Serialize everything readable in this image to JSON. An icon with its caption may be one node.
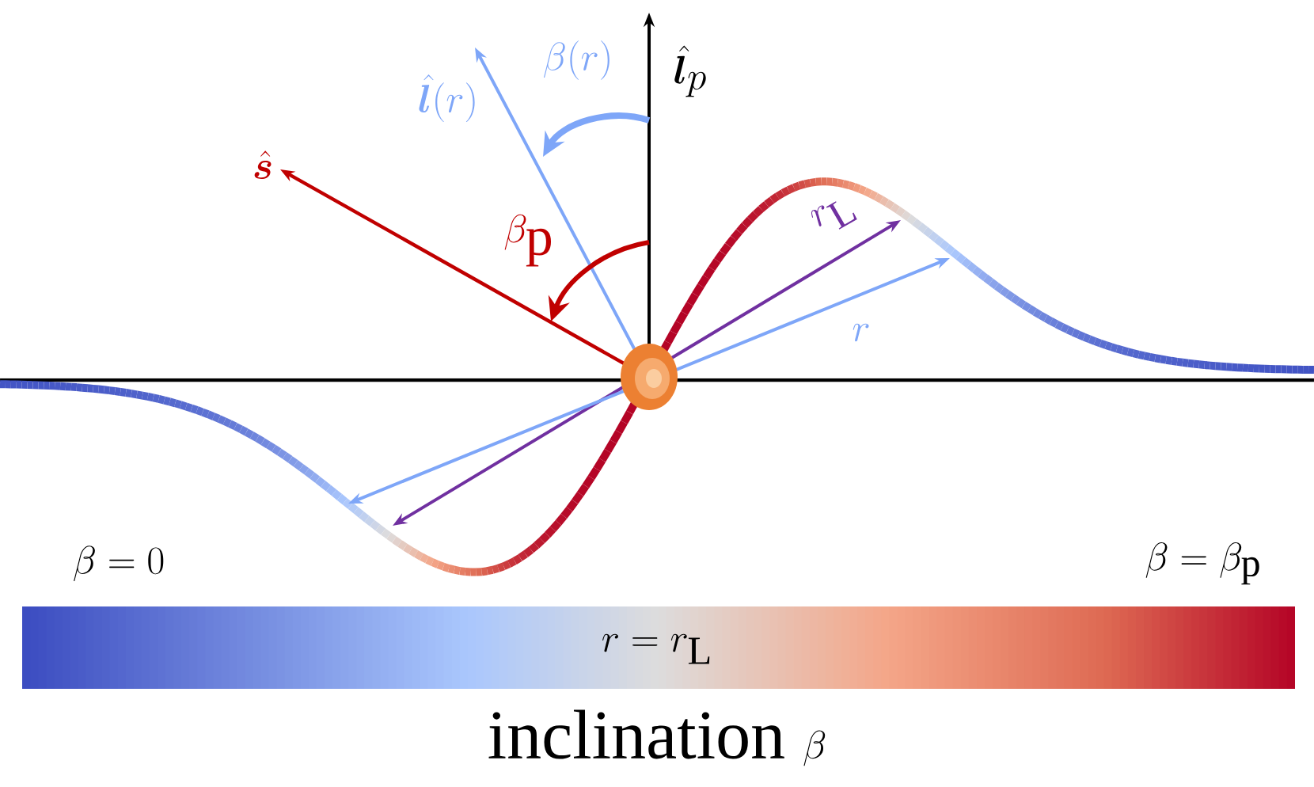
{
  "diagram": {
    "labels": [
      "\\hat{\\boldsymbol{l}}_p",
      "\\beta(r)",
      "\\hat{\\boldsymbol{l}}(r)",
      "\\hat{\\boldsymbol{s}}",
      "\\beta_{\\mathrm{p}}",
      "r_{\\mathrm{L}}",
      "r",
      "\\beta = 0",
      "\\beta = \\beta_{\\mathrm{p}}",
      "r = r_{\\mathrm{L}}",
      "\\textrm{inclination }\\beta"
    ]
  }
}
